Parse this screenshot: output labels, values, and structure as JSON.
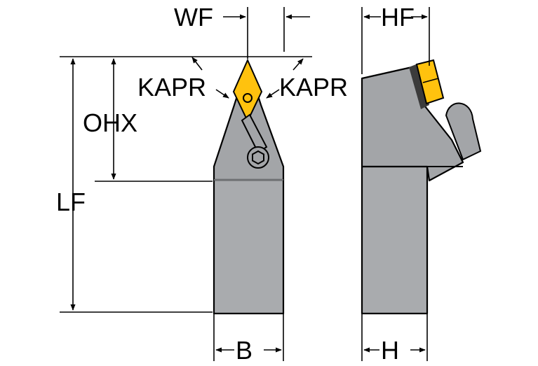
{
  "labels": {
    "wf": "WF",
    "hf": "HF",
    "kapr_left": "KAPR",
    "kapr_right": "KAPR",
    "ohx": "OHX",
    "lf": "LF",
    "b": "B",
    "h": "H"
  },
  "colors": {
    "body_gray": "#a9abae",
    "head_gray": "#a3a5a8",
    "insert_yellow": "#ffc20e",
    "insert_dark": "#3b3b3b",
    "line": "#000000"
  }
}
